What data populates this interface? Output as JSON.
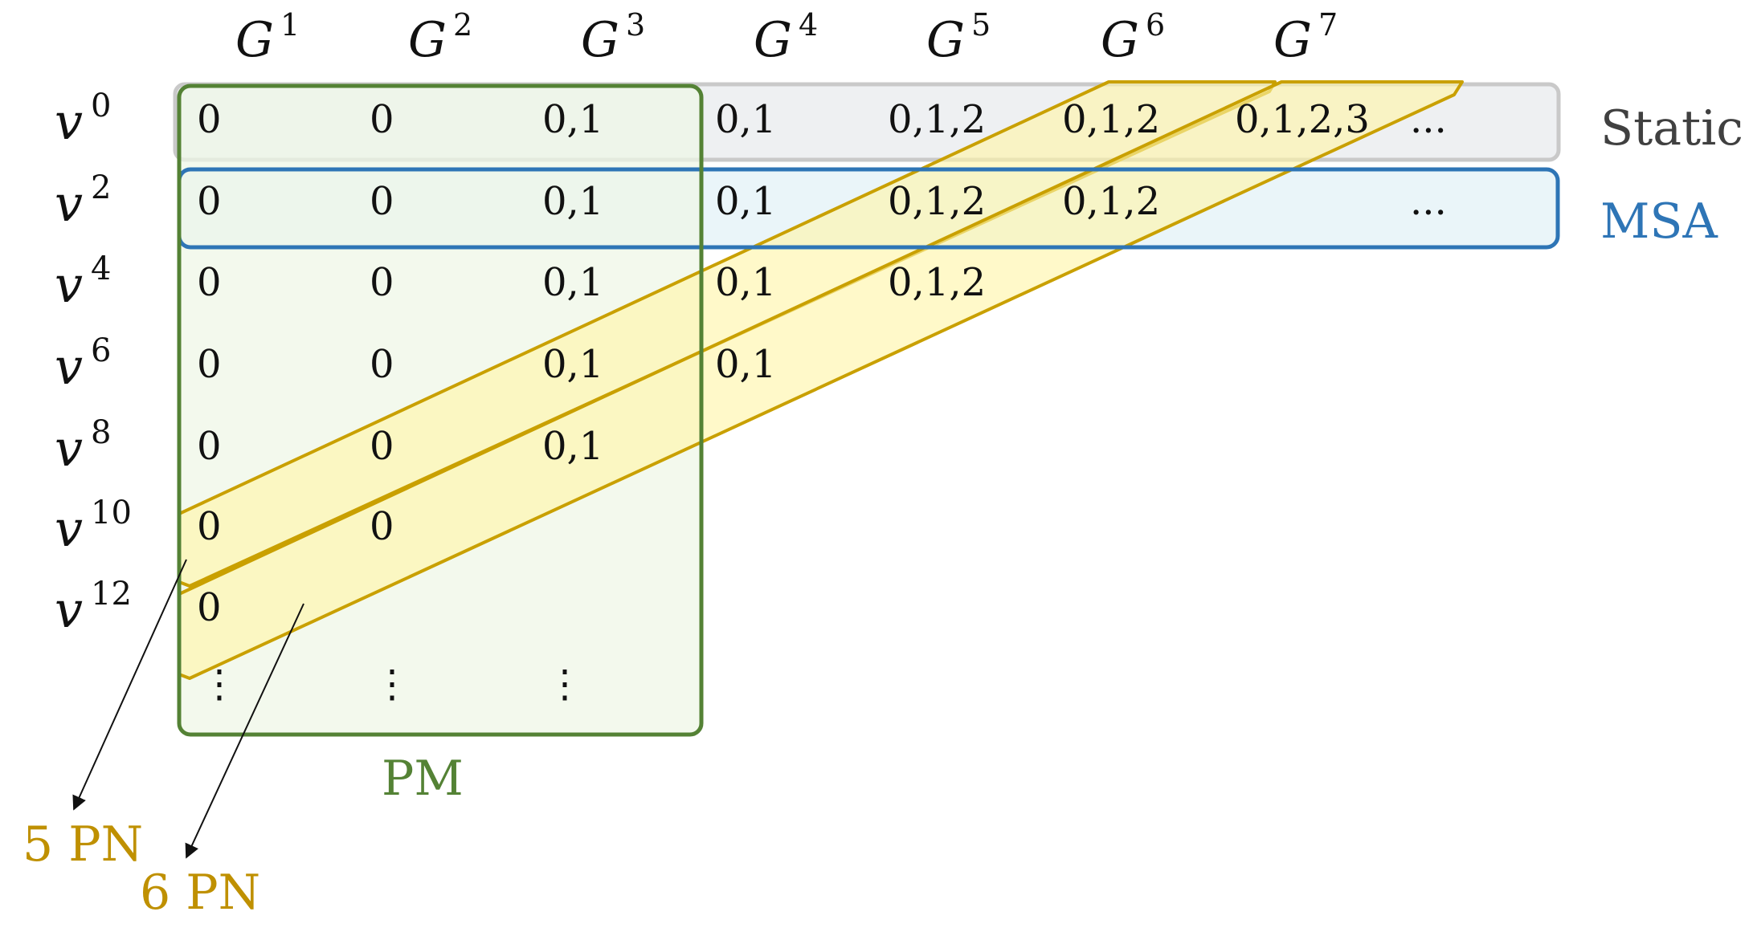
{
  "columns": [
    {
      "base": "G",
      "sup": "1"
    },
    {
      "base": "G",
      "sup": "2"
    },
    {
      "base": "G",
      "sup": "3"
    },
    {
      "base": "G",
      "sup": "4"
    },
    {
      "base": "G",
      "sup": "5"
    },
    {
      "base": "G",
      "sup": "6"
    },
    {
      "base": "G",
      "sup": "7"
    }
  ],
  "rows": [
    {
      "base": "v",
      "sup": "0"
    },
    {
      "base": "v",
      "sup": "2"
    },
    {
      "base": "v",
      "sup": "4"
    },
    {
      "base": "v",
      "sup": "6"
    },
    {
      "base": "v",
      "sup": "8"
    },
    {
      "base": "v",
      "sup": "10"
    },
    {
      "base": "v",
      "sup": "12"
    }
  ],
  "cells": [
    [
      "0",
      "0",
      "0,1",
      "0,1",
      "0,1,2",
      "0,1,2",
      "0,1,2,3",
      "..."
    ],
    [
      "0",
      "0",
      "0,1",
      "0,1",
      "0,1,2",
      "0,1,2",
      "",
      "..."
    ],
    [
      "0",
      "0",
      "0,1",
      "0,1",
      "0,1,2",
      "",
      "",
      ""
    ],
    [
      "0",
      "0",
      "0,1",
      "0,1",
      "",
      "",
      "",
      ""
    ],
    [
      "0",
      "0",
      "0,1",
      "",
      "",
      "",
      "",
      ""
    ],
    [
      "0",
      "0",
      "",
      "",
      "",
      "",
      "",
      ""
    ],
    [
      "0",
      "",
      "",
      "",
      "",
      "",
      "",
      ""
    ]
  ],
  "vdots": [
    "⋮",
    "⋮",
    "⋮"
  ],
  "labels": {
    "static": "Static",
    "msa": "MSA",
    "pm": "PM",
    "pn5": "5 PN",
    "pn6": "6 PN"
  },
  "colors": {
    "static_fill": "#eef0f2",
    "static_stroke": "#c9c9c9",
    "msa_fill": "#eaf5f9",
    "msa_stroke": "#2e75b6",
    "pm_fill": "#eef6e6",
    "pm_stroke": "#548235",
    "band_fill": "#fff6a8",
    "band_stroke": "#c9a000",
    "pn_text": "#bf9000",
    "static_text": "#404040",
    "msa_text": "#2e75b6",
    "pm_text": "#548235"
  }
}
